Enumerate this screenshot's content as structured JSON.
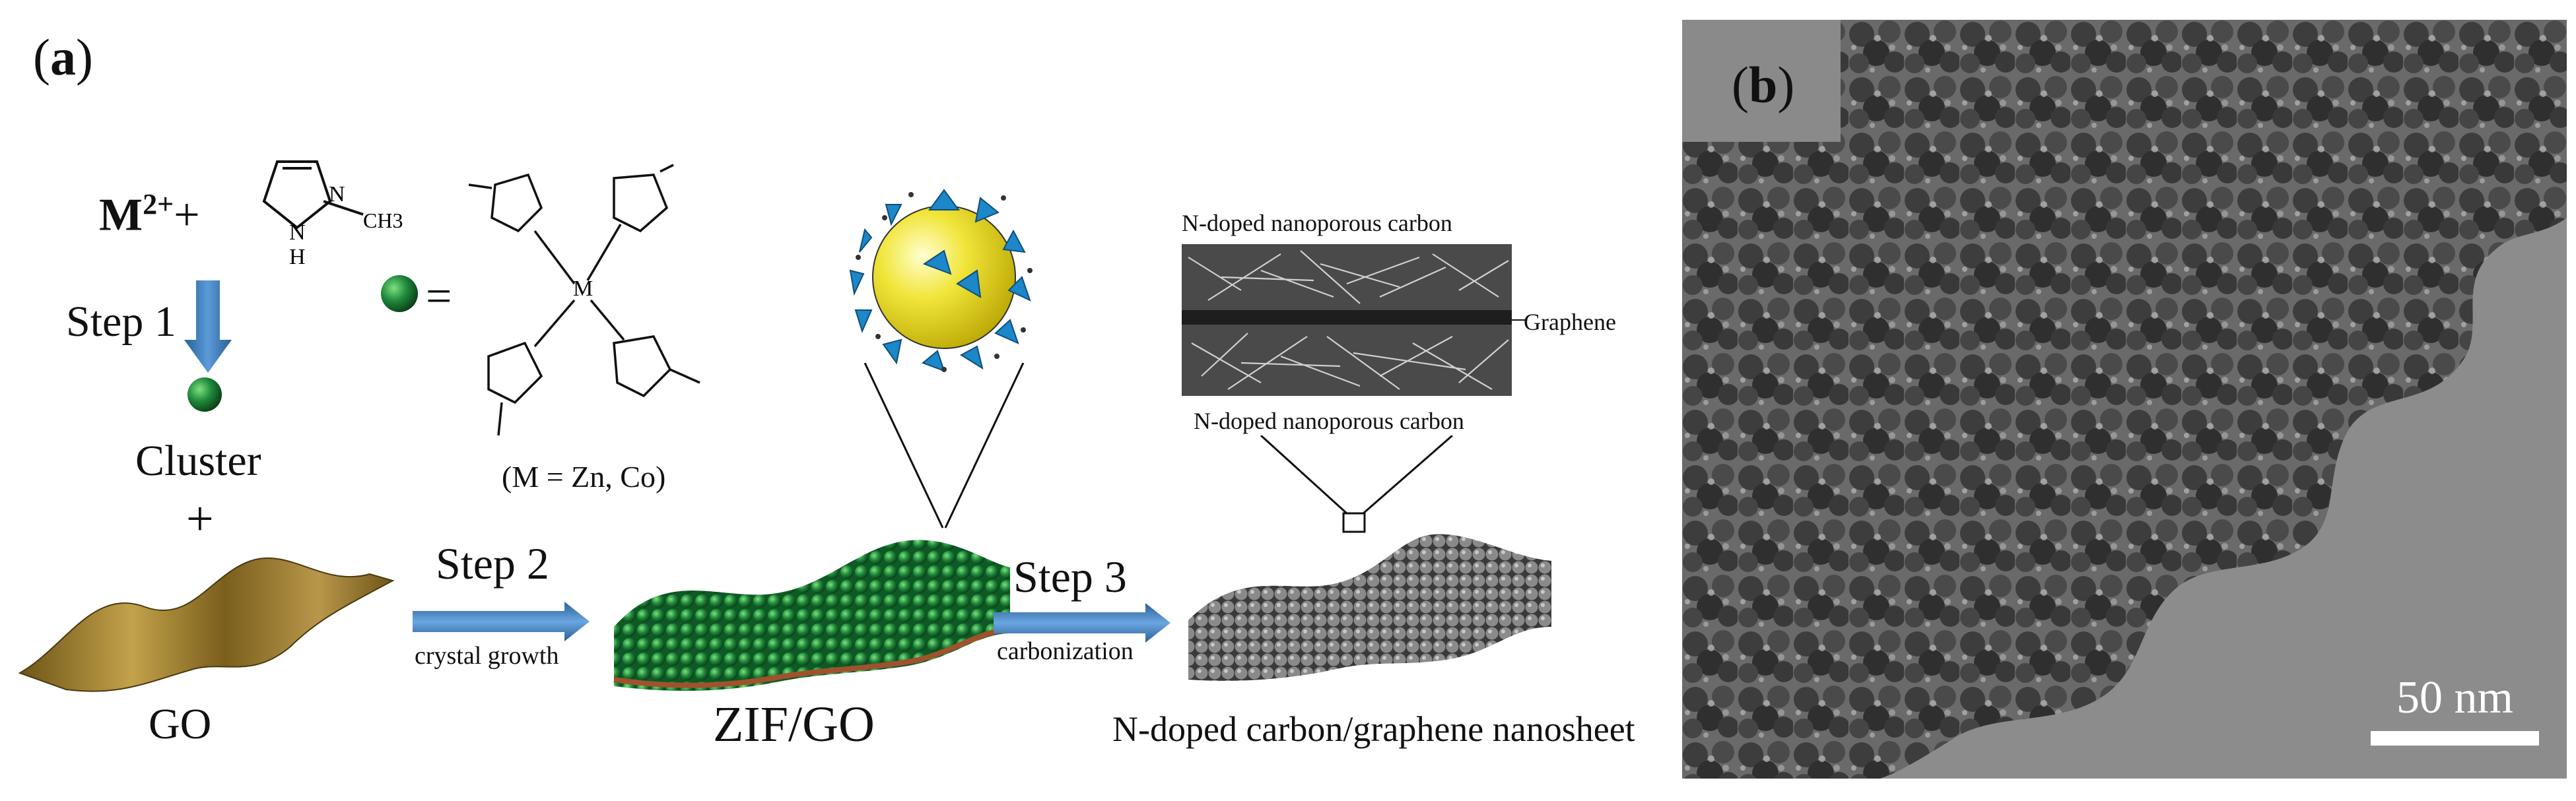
{
  "panel_a": {
    "label_open": "(",
    "label_letter": "a",
    "label_close": ")",
    "reactant_metal": "M",
    "reactant_charge": "2+",
    "reactant_plus": "+",
    "methyl_group": "CH3",
    "nh_label": "H",
    "n_atom": "N",
    "step1": "Step 1",
    "equals": "=",
    "metal_center": "M",
    "metal_note": "(M = Zn, Co)",
    "cluster": "Cluster",
    "plus": "+",
    "go": "GO",
    "step2": "Step 2",
    "step2_sub": "crystal growth",
    "zif_go": "ZIF/GO",
    "step3": "Step 3",
    "step3_sub": "carbonization",
    "npc_top": "N-doped nanoporous carbon",
    "graphene": "Graphene",
    "npc_bottom": "N-doped nanoporous carbon",
    "product": "N-doped carbon/graphene nanosheet"
  },
  "panel_b": {
    "label_open": "(",
    "label_letter": "b",
    "label_close": ")",
    "scale_bar": "50 nm"
  },
  "colors": {
    "arrow_blue": "#3f7fbf",
    "cluster_green": "#1f8a3c",
    "go_sheet": "#9a7b2f",
    "carbon_grey": "#6f6f6f",
    "tem_background": "#8a8a8a"
  }
}
